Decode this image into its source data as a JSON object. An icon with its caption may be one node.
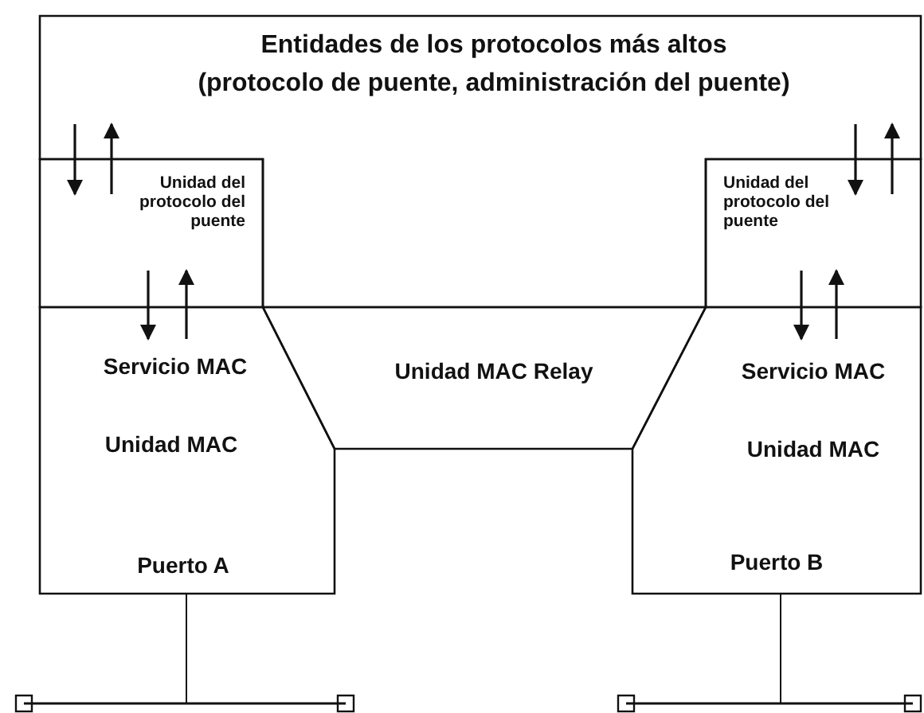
{
  "diagram": {
    "nodes": [
      {
        "text": [
          "Entidades de los protocolos más altos",
          "(protocolo de puente, administración del puente)"
        ]
      },
      {
        "text": [
          "Unidad del protocolo del puente"
        ]
      },
      {
        "text": [
          "Unidad del protocolo del puente"
        ]
      },
      {
        "text": [
          "Servicio MAC",
          "Unidad MAC",
          "Puerto A"
        ]
      },
      {
        "text": [
          "Unidad MAC Relay"
        ]
      },
      {
        "text": [
          "Servicio MAC",
          "Unidad MAC",
          "Puerto B"
        ]
      },
      {
        "text": [],
        "shape": "bar"
      },
      {
        "text": [],
        "shape": "bar"
      }
    ],
    "edges": [
      {
        "from": 0,
        "to": 1,
        "arrow": "to"
      },
      {
        "from": 1,
        "to": 0,
        "arrow": "to"
      },
      {
        "from": 1,
        "to": 3,
        "arrow": "to"
      },
      {
        "from": 3,
        "to": 1,
        "arrow": "to"
      },
      {
        "from": 0,
        "to": 2,
        "arrow": "to"
      },
      {
        "from": 2,
        "to": 0,
        "arrow": "to"
      },
      {
        "from": 2,
        "to": 5,
        "arrow": "to"
      },
      {
        "from": 5,
        "to": 2,
        "arrow": "to"
      },
      {
        "from": 3,
        "to": 6,
        "arrow": "none"
      },
      {
        "from": 5,
        "to": 7,
        "arrow": "none"
      }
    ]
  }
}
